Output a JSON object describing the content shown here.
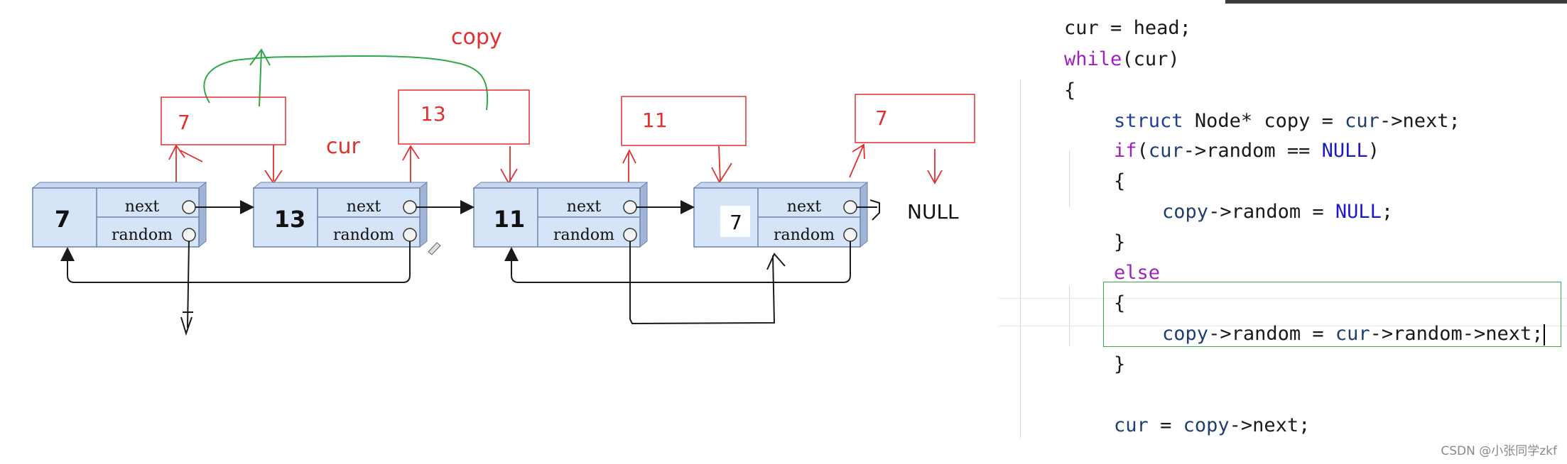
{
  "diagram": {
    "nodes": [
      {
        "value": "7",
        "next_label": "next",
        "random_label": "random"
      },
      {
        "value": "13",
        "next_label": "next",
        "random_label": "random"
      },
      {
        "value": "11",
        "next_label": "next",
        "random_label": "random"
      },
      {
        "value": "7",
        "next_label": "next",
        "random_label": "random"
      }
    ],
    "copies": [
      "7",
      "13",
      "11",
      "7"
    ],
    "null_label": "NULL",
    "copy_annotation": "copy",
    "cur_annotation": "cur"
  },
  "code": {
    "line0": "cur = head;",
    "while_kw": "while",
    "while_rest": "(cur)",
    "brace_open": "{",
    "l1_kw": "struct",
    "l1_type": " Node* copy = ",
    "l1_cur": "cur",
    "l1_rest": "->next;",
    "if_kw": "if",
    "if_open": "(",
    "if_cur": "cur",
    "if_mid": "->random == ",
    "if_null": "NULL",
    "if_close": ")",
    "inner_open1": "{",
    "l2_copy": "copy",
    "l2_mid": "->random = ",
    "l2_null": "NULL",
    "l2_end": ";",
    "inner_close1": "}",
    "else_kw": "else",
    "inner_open2": "{",
    "l3_copy": "copy",
    "l3_mid": "->random = ",
    "l3_cur": "cur",
    "l3_rest": "->random->next;",
    "inner_close2": "}",
    "l4_cur": "cur",
    "l4_mid": " = ",
    "l4_copy": "copy",
    "l4_rest": "->next;"
  },
  "watermark": "CSDN @小张同学zkf",
  "colors": {
    "red": "#e03030",
    "green": "#2ea84a",
    "node_fill": "#d6e4f8",
    "node_stroke": "#7a8fb5"
  }
}
